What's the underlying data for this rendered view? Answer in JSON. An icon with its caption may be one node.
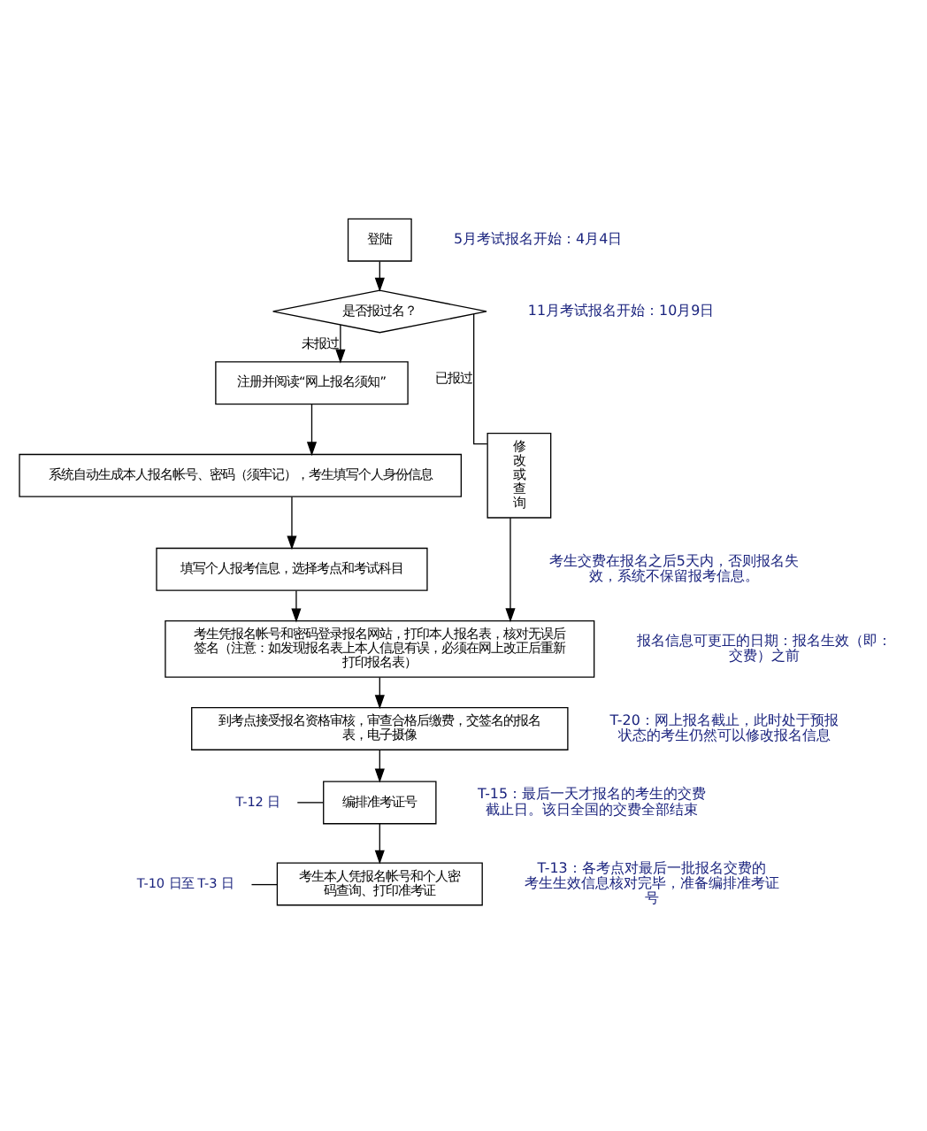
{
  "diagram": {
    "nodes": [
      {
        "text": [
          "登陆"
        ]
      },
      {
        "text": [
          "是否报过名？"
        ]
      },
      {
        "text": [
          "注册并阅读“网上报名须知”"
        ]
      },
      {
        "text": [
          "系统自动生成本人报名帐号、密码（须牢记），考生填写个人身份信息"
        ]
      },
      {
        "text": [
          "填写个人报考信息，选择考点和考试科目"
        ]
      },
      {
        "text": [
          "修改或查询"
        ]
      },
      {
        "text": [
          "考生凭报名帐号和密码登录报名网站，打印本人报名表，核对无误后签名（注意：如发现报名表上本人信息有误，必须在网上改正后重新打印报名表）"
        ]
      },
      {
        "text": [
          "到考点接受报名资格审核，审查合格后缴费，交签名的报名表，电子摄像"
        ]
      },
      {
        "text": [
          "编排准考证号"
        ]
      },
      {
        "text": [
          "考生本人凭报名帐号和个人密码查询、打印准考证"
        ]
      },
      {
        "text": [
          "T-12 日"
        ]
      },
      {
        "text": [
          "T-10 日至 T-3 日"
        ]
      }
    ],
    "edges": [
      {
        "from": 0,
        "to": 1,
        "arrow": "to"
      },
      {
        "from": 1,
        "to": 2,
        "arrow": "to",
        "label": "未报过"
      },
      {
        "from": 1,
        "to": 5,
        "arrow": "none",
        "label": "已报过"
      },
      {
        "from": 2,
        "to": 3,
        "arrow": "to"
      },
      {
        "from": 3,
        "to": 4,
        "arrow": "to"
      },
      {
        "from": 4,
        "to": 6,
        "arrow": "to"
      },
      {
        "from": 5,
        "to": 6,
        "arrow": "to"
      },
      {
        "from": 6,
        "to": 7,
        "arrow": "to"
      },
      {
        "from": 7,
        "to": 8,
        "arrow": "to"
      },
      {
        "from": 8,
        "to": 9,
        "arrow": "to"
      },
      {
        "from": 10,
        "to": 8,
        "arrow": "none"
      },
      {
        "from": 11,
        "to": 9,
        "arrow": "none"
      }
    ],
    "labels": [
      "5月考试报名开始：4月4日",
      "11月考试报名开始：10月9日",
      "考生交费在报名之后5天内，否则报名失效，系统不保留报考信息。",
      "报名信息可更正的日期：报名生效（即：交费）之前",
      "T-20：网上报名截止，此时处于预报状态的考生仍然可以修改报名信息",
      "T-15：最后一天才报名的考生的交费截止日。该日全国的交费全部结束",
      "T-13：各考点对最后一批报名交费的考生生效信息核对完毕，准备编排准考证号"
    ]
  }
}
